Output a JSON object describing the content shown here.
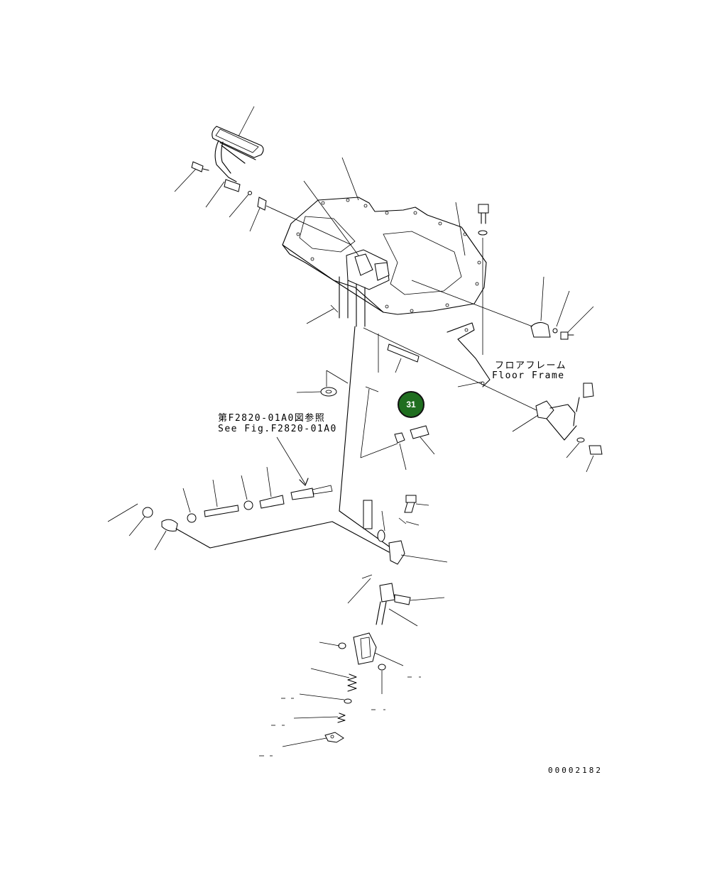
{
  "notes": {
    "reference_jp": "第F2820-01A0図参照",
    "reference_en": "See Fig.F2820-01A0",
    "floor_frame_jp": "フロアフレーム",
    "floor_frame_en": "Floor Frame"
  },
  "drawing_number": "00002182",
  "marker": {
    "label": "31",
    "color": "#1f6e1f"
  }
}
